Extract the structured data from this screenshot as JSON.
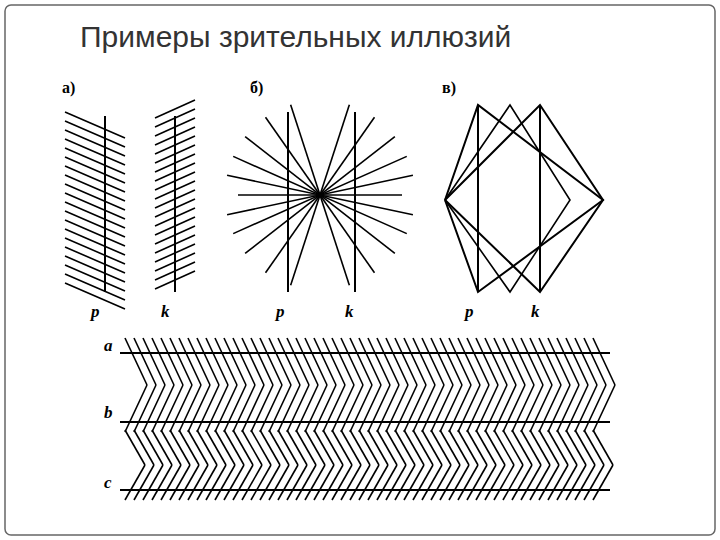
{
  "diagram": {
    "title": "Примеры зрительных иллюзий",
    "labels": [
      "а)",
      "p",
      "k",
      "б)",
      "p",
      "k",
      "в)",
      "p",
      "k",
      "a",
      "b",
      "c"
    ]
  }
}
